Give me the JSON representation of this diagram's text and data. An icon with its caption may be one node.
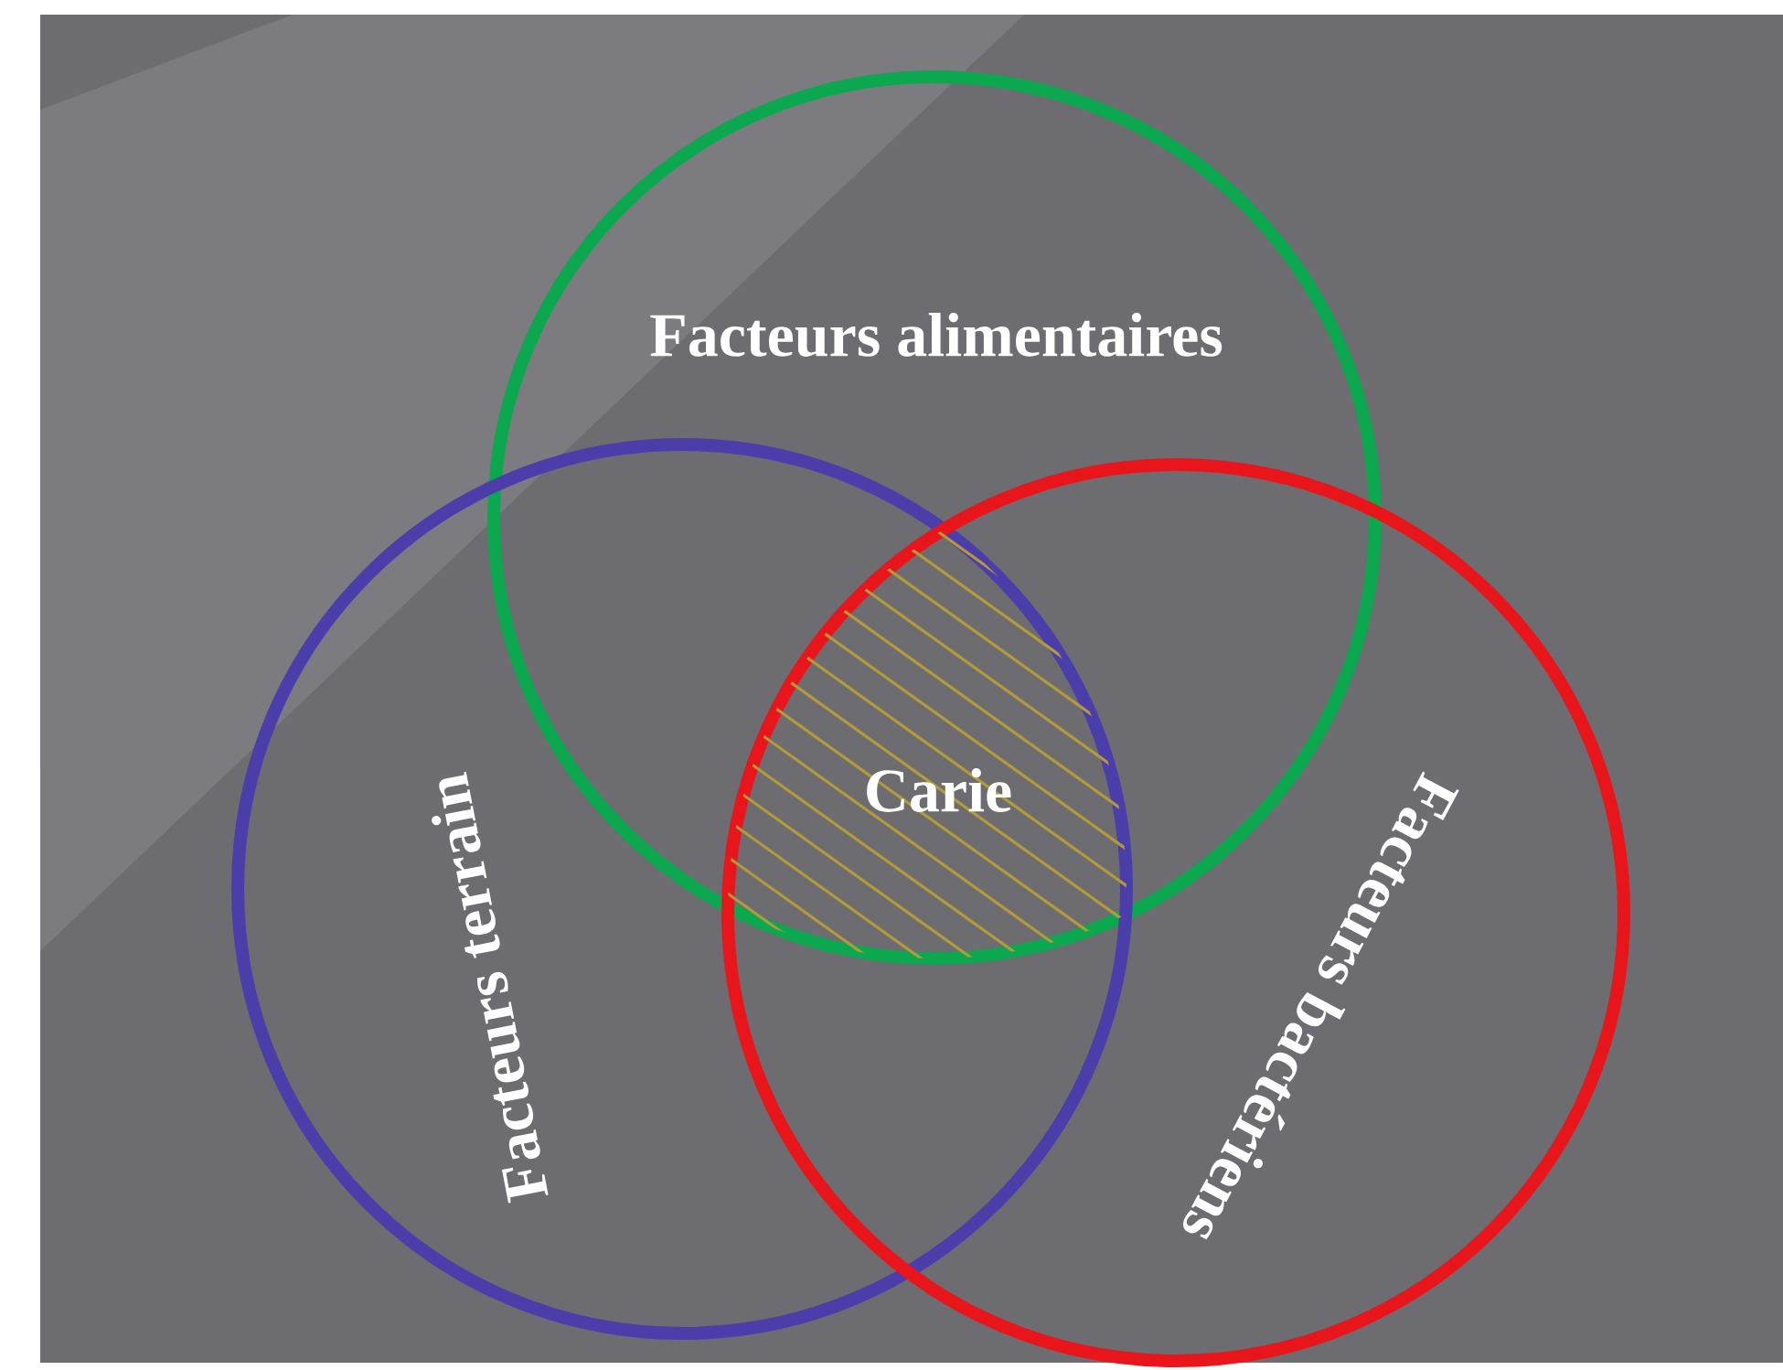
{
  "diagram": {
    "nodes": [
      {
        "text": [
          "Facteurs alimentaires"
        ]
      },
      {
        "text": [
          "Facteurs terrain"
        ]
      },
      {
        "text": [
          "Facteurs bactériens"
        ]
      },
      {
        "text": [
          "Carie"
        ]
      }
    ]
  }
}
